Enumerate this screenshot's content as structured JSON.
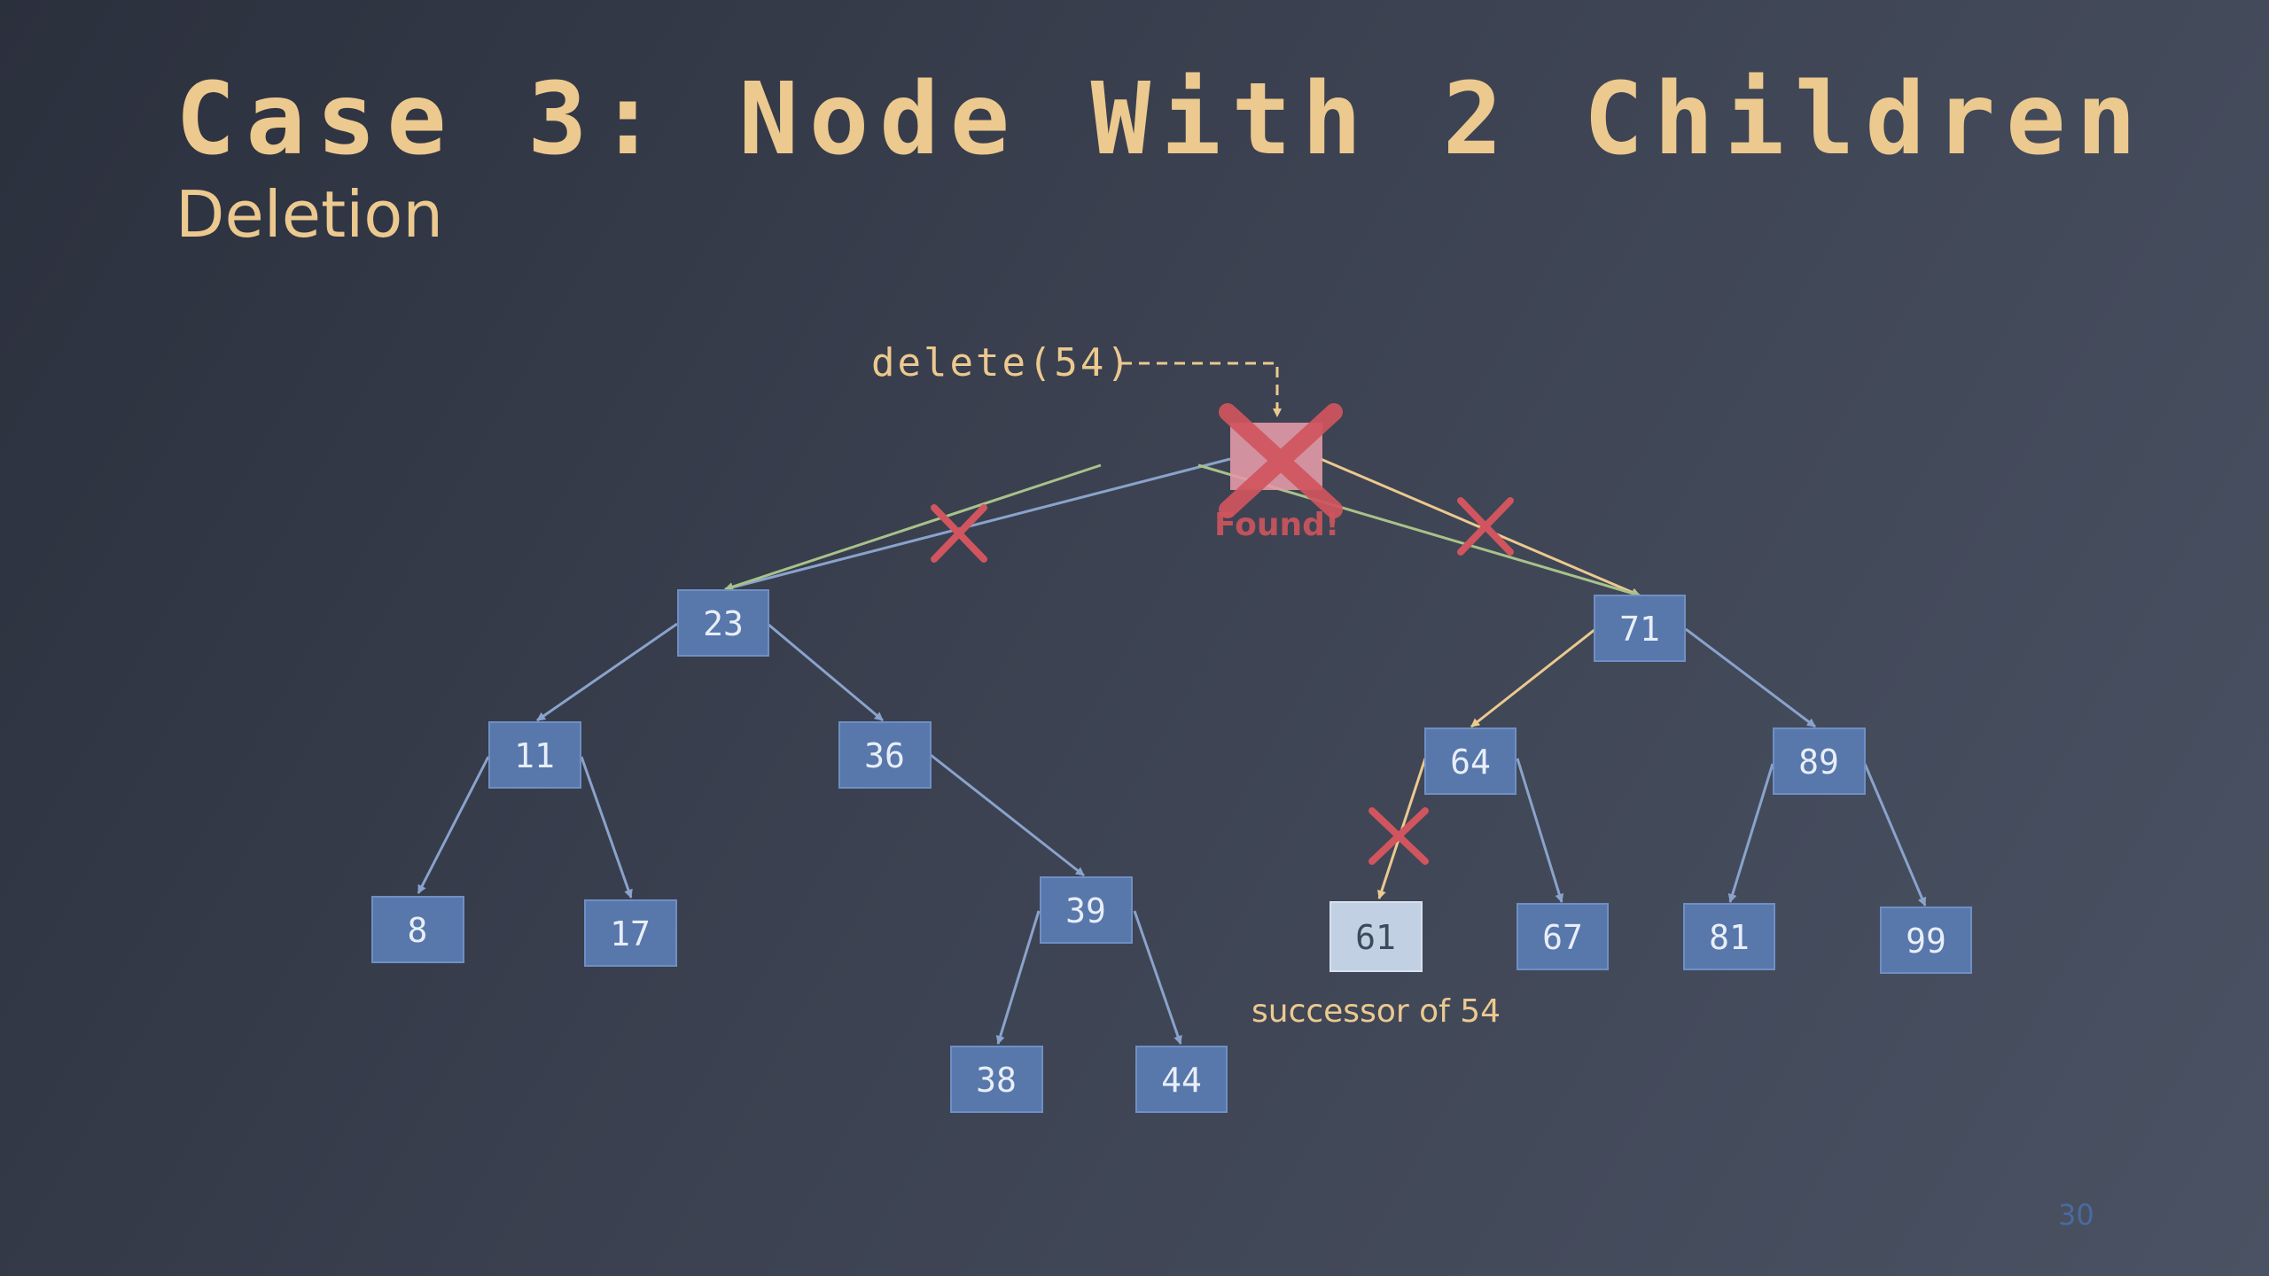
{
  "slide": {
    "title": "Case 3: Node With 2 Children",
    "subtitle": "Deletion",
    "page_number": "30"
  },
  "annotations": {
    "delete_call": "delete(54)",
    "found": "Found!",
    "successor": "successor of 54"
  },
  "colors": {
    "node_fill": "#5877ab",
    "node_stroke": "#6f8fc4",
    "node_text": "#e8eef8",
    "successor_fill": "#c2d0e3",
    "successor_text": "#3e4a5c",
    "deleted_fill": "#e29aa6",
    "edge_blue": "#8aa3cc",
    "edge_yellow": "#ecc98f",
    "edge_green": "#a8c28a",
    "cross": "#d0555e",
    "accent_text": "#ecc98f"
  },
  "tree": {
    "root_label": "",
    "nodes": [
      "23",
      "71",
      "11",
      "36",
      "64",
      "89",
      "8",
      "17",
      "39",
      "61",
      "67",
      "81",
      "99",
      "38",
      "44"
    ]
  }
}
